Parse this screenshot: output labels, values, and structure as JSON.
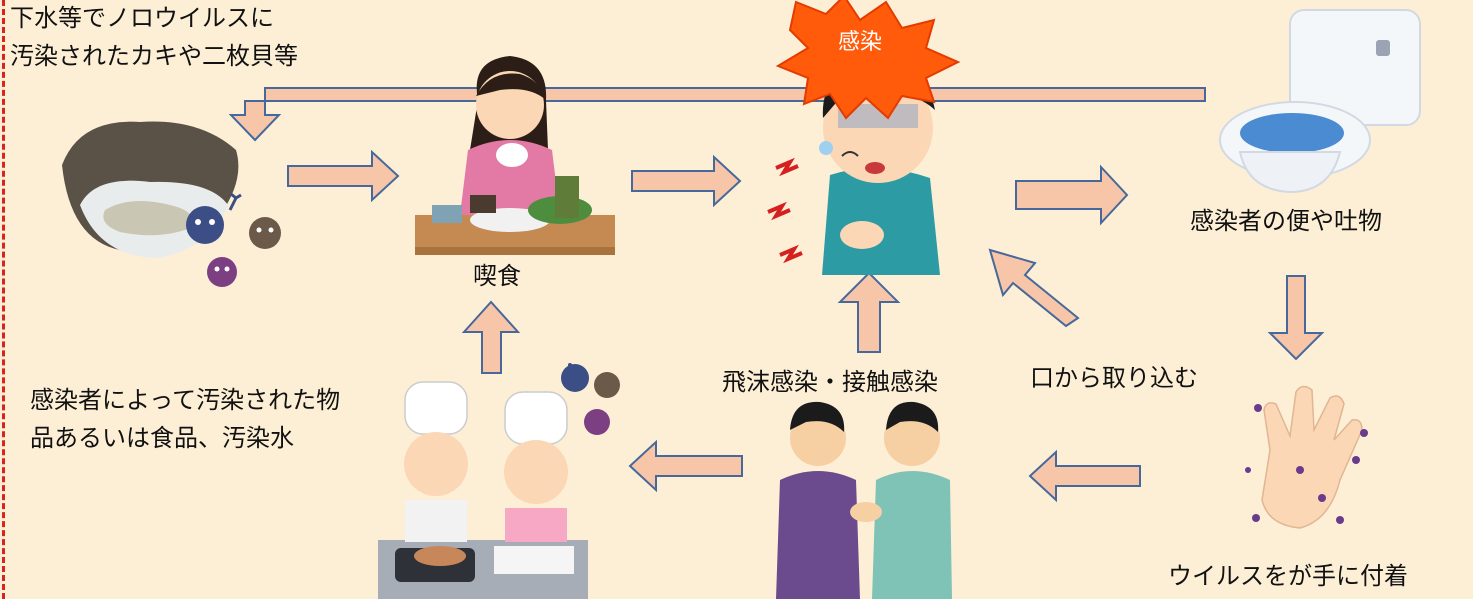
{
  "labels": {
    "source_line1": "下水等でノロウイルスに",
    "source_line2": "汚染されたカキや二枚貝等",
    "eating": "喫食",
    "infection": "感染",
    "excreta": "感染者の便や吐物",
    "contaminated_line1": "感染者によって汚染された物",
    "contaminated_line2": "品あるいは食品、汚染水",
    "droplet_contact": "飛沫感染・接触感染",
    "mouth_intake": "口から取り込む",
    "hand_attach": "ウイルスをが手に付着"
  },
  "colors": {
    "background": "#fdefd6",
    "arrow_fill": "#f7c6a9",
    "arrow_stroke": "#46689a",
    "burst": "#ff5b0b",
    "dashed_edge": "#d8231e"
  },
  "icons": {
    "oyster": "oyster-with-viruses-icon",
    "eating": "woman-eating-meal-icon",
    "sick": "sick-boy-icon",
    "toilet": "toilet-icon",
    "hand": "hand-with-viruses-icon",
    "handshake": "handshake-icon",
    "cooking": "children-cooking-icon"
  }
}
